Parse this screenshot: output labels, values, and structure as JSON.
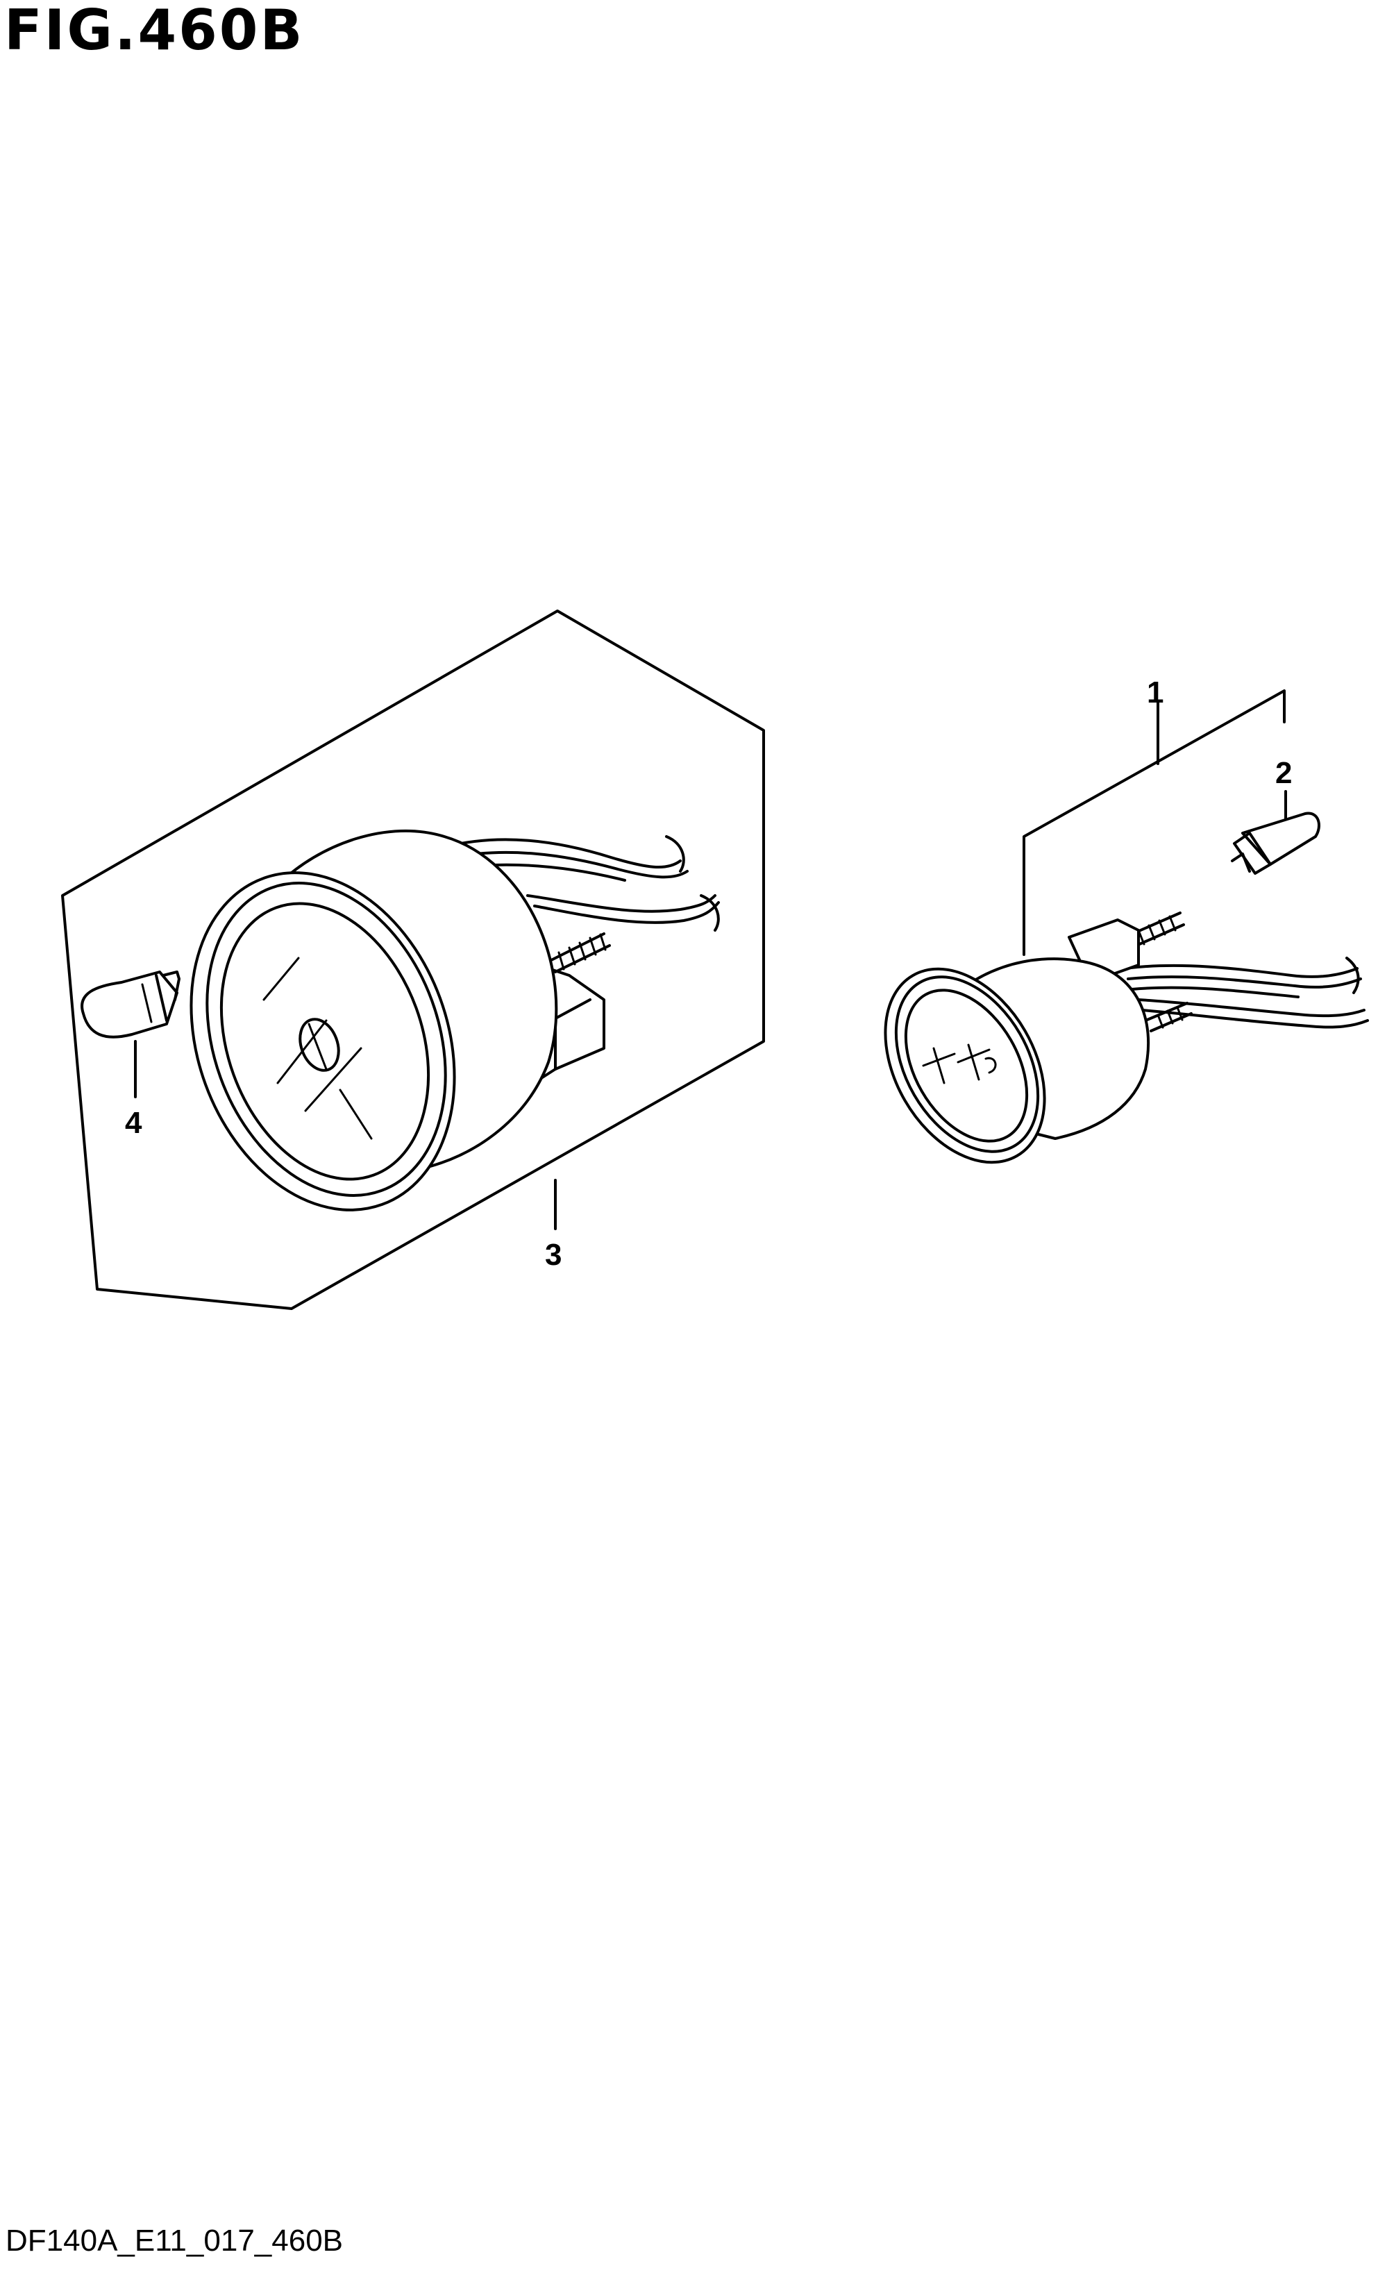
{
  "figure": {
    "title": "FIG.460B",
    "code": "DF140A_E11_017_460B"
  },
  "callouts": {
    "c1": "1",
    "c2": "2",
    "c3": "3",
    "c4": "4"
  }
}
